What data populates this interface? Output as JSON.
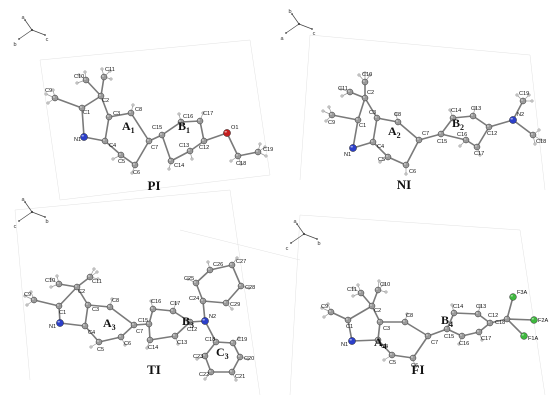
{
  "colors": {
    "carbon": "#9a9a9a",
    "hydrogen": "#c4c4c4",
    "nitrogen": "#2c3fc9",
    "oxygen": "#c41e1e",
    "fluorine": "#3fb83f",
    "bond": "#7a7a7a"
  },
  "panels": [
    {
      "id": "pi",
      "title": "PI",
      "axes": [
        "a",
        "b",
        "c"
      ],
      "rings": [
        {
          "letter": "A",
          "sub": "1"
        },
        {
          "letter": "B",
          "sub": "1"
        }
      ],
      "atoms": [
        "C1",
        "C2",
        "C3",
        "C4",
        "C5",
        "C6",
        "C7",
        "C8",
        "C9",
        "C10",
        "C11",
        "C12",
        "C13",
        "C14",
        "C15",
        "C16",
        "C17",
        "C18",
        "C19",
        "N1",
        "O1"
      ]
    },
    {
      "id": "ni",
      "title": "NI",
      "axes": [
        "b",
        "a",
        "c"
      ],
      "rings": [
        {
          "letter": "A",
          "sub": "2"
        },
        {
          "letter": "B",
          "sub": "2"
        }
      ],
      "atoms": [
        "C1",
        "C2",
        "C3",
        "C4",
        "C5",
        "C6",
        "C7",
        "C8",
        "C9",
        "C10",
        "C11",
        "C12",
        "C13",
        "C14",
        "C15",
        "C16",
        "C17",
        "C18",
        "C19",
        "N1",
        "N2"
      ]
    },
    {
      "id": "ti",
      "title": "TI",
      "axes": [
        "a",
        "c",
        "b"
      ],
      "rings": [
        {
          "letter": "A",
          "sub": "3"
        },
        {
          "letter": "B",
          "sub": "3"
        },
        {
          "letter": "C",
          "sub": "3"
        }
      ],
      "atoms": [
        "C1",
        "C2",
        "C3",
        "C4",
        "C5",
        "C6",
        "C7",
        "C8",
        "C9",
        "C10",
        "C11",
        "C12",
        "C13",
        "C14",
        "C15",
        "C16",
        "C17",
        "C18",
        "C19",
        "C20",
        "C21",
        "C22",
        "C23",
        "C24",
        "C25",
        "C26",
        "C27",
        "C28",
        "C29",
        "N1",
        "N2"
      ]
    },
    {
      "id": "fi",
      "title": "FI",
      "axes": [
        "a",
        "c",
        "b"
      ],
      "rings": [
        {
          "letter": "A",
          "sub": "4"
        },
        {
          "letter": "B",
          "sub": "4"
        }
      ],
      "atoms": [
        "C1",
        "C2",
        "C3",
        "C4",
        "C5",
        "C6",
        "C7",
        "C8",
        "C9",
        "C10",
        "C11",
        "C12",
        "C13",
        "C14",
        "C15",
        "C16",
        "C17",
        "C18",
        "N1",
        "F1A",
        "F2A",
        "F3A"
      ]
    }
  ]
}
